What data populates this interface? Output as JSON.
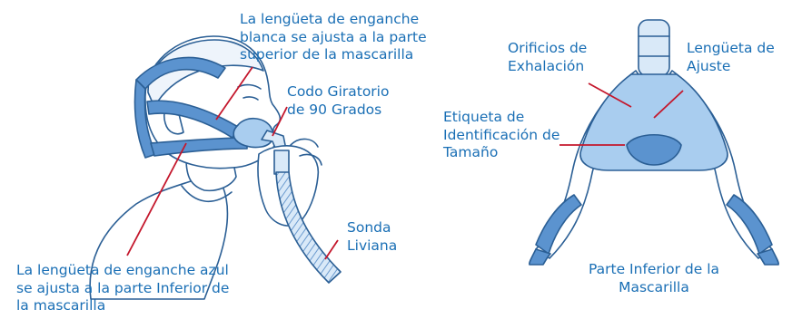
{
  "colors": {
    "label_text": "#1a6fb5",
    "leader_line": "#c4172c",
    "outline": "#2b5f95",
    "mask_fill": "#a9cdef",
    "strap_fill": "#5b93cf",
    "skin_fill": "#ffffff"
  },
  "illustrations": {
    "left": "person-wearing-nasal-mask",
    "right": "mask-front-view"
  },
  "labels": {
    "white_tab": "La lengüeta de enganche\nblanca se ajusta a la parte\nsuperior de la mascarilla",
    "swivel_elbow": "Codo Giratorio\nde 90 Grados",
    "light_tube": "Sonda\nLiviana",
    "blue_tab": "La lengüeta de enganche azul\nse ajusta a la parte Inferior de\nla mascarilla",
    "exhalation_holes": "Orificios de\nExhalación",
    "adjust_tab": "Lengüeta de\nAjuste",
    "size_label": "Etiqueta de\nIdentificación de\nTamaño",
    "mask_bottom": "Parte Inferior de la\nMascarilla"
  }
}
